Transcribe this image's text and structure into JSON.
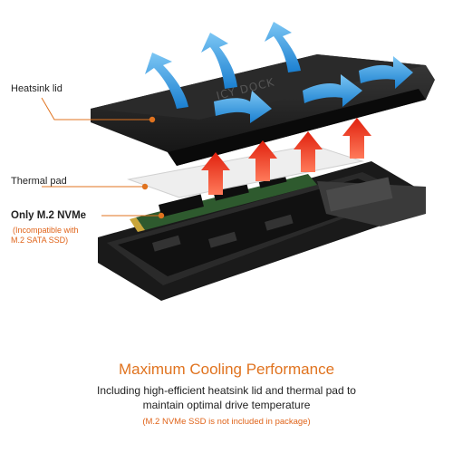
{
  "callouts": {
    "heatsink": "Heatsink lid",
    "thermal_pad": "Thermal pad",
    "nvme_title": "Only M.2 NVMe",
    "nvme_note_1": "(Incompatible with",
    "nvme_note_2": "M.2 SATA SSD)"
  },
  "brand_mark": "ICY DOCK",
  "headline": "Maximum Cooling Performance",
  "description": {
    "line1": "Including high-efficient heatsink lid and thermal pad to",
    "line2": "maintain optimal drive temperature"
  },
  "footnote": "(M.2 NVMe SSD is not included in package)",
  "colors": {
    "accent": "#e0731f",
    "note": "#e0641a",
    "heat_arrow": "#e8321c",
    "air_arrow": "#3a9de0",
    "lid": "#1c1c1c",
    "pcb": "#2e5a2e"
  },
  "icons": [
    "airflow-arrow-icon",
    "heat-arrow-icon",
    "callout-dot-icon"
  ]
}
